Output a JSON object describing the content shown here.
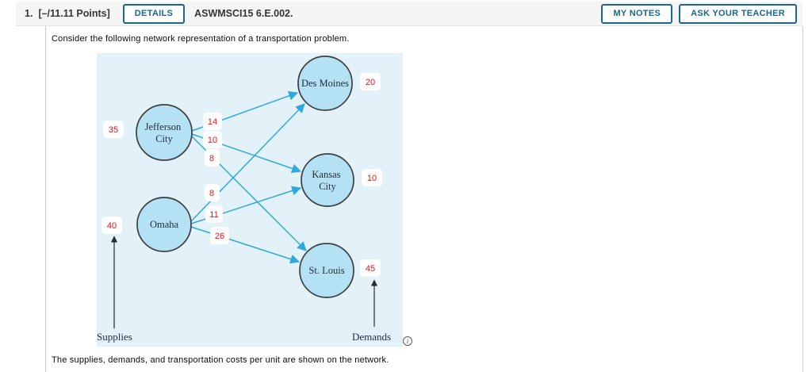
{
  "header": {
    "question_number": "1.",
    "points": "[–/11.11 Points]",
    "details_label": "DETAILS",
    "assignment_code": "ASWMSCI15 6.E.002.",
    "my_notes_label": "MY NOTES",
    "ask_teacher_label": "ASK YOUR TEACHER"
  },
  "question": {
    "intro": "Consider the following network representation of a transportation problem.",
    "footer": "The supplies, demands, and transportation costs per unit are shown on the network."
  },
  "network": {
    "supplies_axis_label": "Supplies",
    "demands_axis_label": "Demands",
    "origins": [
      {
        "name": "Jefferson City",
        "lines": [
          "Jefferson",
          "City"
        ],
        "supply": "35"
      },
      {
        "name": "Omaha",
        "lines": [
          "Omaha"
        ],
        "supply": "40"
      }
    ],
    "destinations": [
      {
        "name": "Des Moines",
        "lines": [
          "Des Moines"
        ],
        "demand": "20"
      },
      {
        "name": "Kansas City",
        "lines": [
          "Kansas",
          "City"
        ],
        "demand": "10"
      },
      {
        "name": "St. Louis",
        "lines": [
          "St. Louis"
        ],
        "demand": "45"
      }
    ],
    "edges": [
      {
        "from": "Jefferson City",
        "to": "Des Moines",
        "cost": "14"
      },
      {
        "from": "Jefferson City",
        "to": "Kansas City",
        "cost": "10"
      },
      {
        "from": "Jefferson City",
        "to": "St. Louis",
        "cost": "8"
      },
      {
        "from": "Omaha",
        "to": "Des Moines",
        "cost": "8"
      },
      {
        "from": "Omaha",
        "to": "Kansas City",
        "cost": "11"
      },
      {
        "from": "Omaha",
        "to": "St. Louis",
        "cost": "26"
      }
    ]
  },
  "icons": {
    "info_glyph": "i"
  },
  "colors": {
    "accent_blue": "#19678f",
    "diagram_bg": "#e3f2f9",
    "node_fill": "#b4e1f4",
    "node_stroke": "#3f3f3f",
    "edge_blue": "#2fa9de",
    "label_red": "#e81416",
    "header_bg": "#f5f5f5",
    "border_gray": "#cccccc",
    "node_text": "#1f2d3d"
  }
}
